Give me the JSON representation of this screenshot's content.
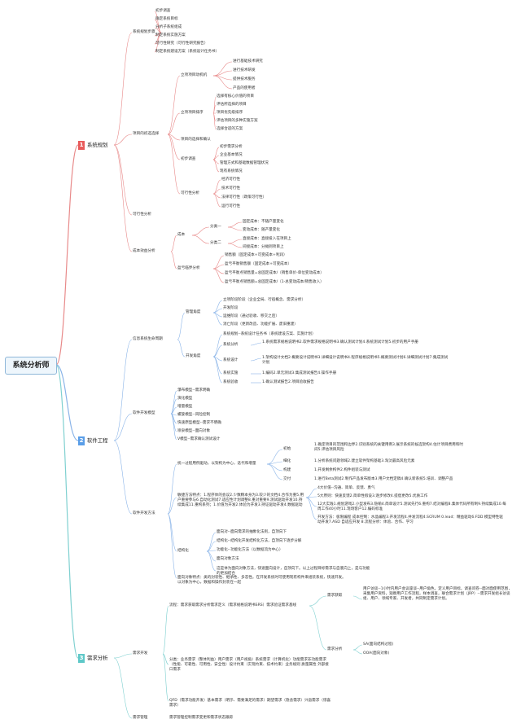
{
  "root": "系统分析师",
  "sections": [
    {
      "num": "1",
      "label": "系统规划"
    },
    {
      "num": "2",
      "label": "软件工程"
    },
    {
      "num": "3",
      "label": "需求分析"
    }
  ],
  "planning": {
    "plan_steps_label": "系统规划步骤",
    "plan_steps": [
      "初步调查",
      "确定系统目标",
      "分析子系统组成",
      "制定系统实施方案",
      "可行性研究（可行性研究报告）",
      "制定系统建设方案（系统设计任务书）"
    ],
    "project_selection_label": "项目的初选选择",
    "motivation_label": "立项项目动机机",
    "motivation": [
      "进行基础技术研究",
      "进行技术研发",
      "提供技术服务",
      "产品的使用者"
    ],
    "sorting_label": "立项项目排序",
    "sorting": [
      "选择有核心价值的项目",
      "评估所选择的项目",
      "项目优先级排序",
      "评估项目的多种实施方案",
      "选择合适的方案"
    ],
    "confirm_label": "项目的选择和确认",
    "prelim_label": "初步调查",
    "prelim": [
      "初步需求分析",
      "企业基本情况",
      "管理方式和基础数据管理状况",
      "现有系统情况"
    ],
    "feasibility_label": "可行性分析",
    "feasibility": [
      "经济可行性",
      "技术可行性",
      "法律可行性（政策可行性）",
      "运行可行性"
    ],
    "feas_analysis_label": "可行性分析",
    "cost_benefit_label": "成本效益分析",
    "cost_label": "成本",
    "cost_cat1_label": "分类一",
    "cost_cat1": [
      "固定成本：不随产量变化",
      "变动成本：随产量变化"
    ],
    "cost_cat2_label": "分类二",
    "cost_cat2": [
      "直接成本：直接投入在项目上",
      "间接成本：分摊到项目上"
    ],
    "breakeven_label": "盈亏临界分析",
    "breakeven": [
      "销售额（固定成本+可变成本+利润）",
      "盈亏平衡销售额（固定成本+可变成本）",
      "盈亏平衡点销售量=总固定成本/（销售单价-单位变动成本）",
      "盈亏平衡点销售额=总固定成本/（1-总变动成本/销售收入）"
    ]
  },
  "se": {
    "ims_label": "信息系统生命周期",
    "mgmt_label": "管理角度",
    "mgmt": [
      "立项阶段阶段（企业全局、行宿概念、需求分析）",
      "开发阶段",
      "运维阶段（通过验收、移交之后）",
      "消亡阶段（更新改造、功能扩展、废旧重建）"
    ],
    "dev_label": "开发角度",
    "dev_intro": "系统规划--系统设计任务书（系统建设方案、实施计划）",
    "dev_items": [
      {
        "k": "系统分析",
        "v": "1.系统需求规格说明书2.软件需求规格说明书3.确认测试计划4.系统测试计划5.初步的用户手册"
      },
      {
        "k": "系统设计",
        "v": "1.架构设计文档2.概要设计说明书3.详细设计说明书4.程序规格说明书5.概要测试计划6.详细测试计划7.集成测试计划"
      },
      {
        "k": "系统实施",
        "v": "1.编码2.单元测试3.集成测试报告4.操作手册"
      },
      {
        "k": "系统验收",
        "v": "1.确认测试报告2.项目验收报告"
      }
    ],
    "process_model_label": "软件开发模型",
    "process_models": [
      "瀑布模型--需求明确",
      "演化模型",
      "增量模型",
      "螺旋模型--风险控制",
      "快速原型模型--需求不明确",
      "喷泉模型--面向对象",
      "V模型--需求确认测试设计"
    ],
    "methods_label": "软件开发方法",
    "up_label": "统一过程",
    "up_intro": "统一过程用例驱动，以架构为中心，迭代和增量",
    "up_phases": [
      {
        "k": "初始",
        "v": "1.确定项目的范围和边界2.识别系统的关键用例3.展示系统的候选架构4.估计项目费用和时间5.评估项目风险"
      },
      {
        "k": "细化",
        "v": "1.分析系统问题领域2.建立软件架构基础3.淘汰最高风险元素"
      },
      {
        "k": "构建",
        "v": "1.开发剩余构件2.构件组装与测试"
      },
      {
        "k": "交付",
        "v": "1.进行Beta测试2.制作产品发布版本3.用户文档定稿4.确认新系统5.培训、调整产品"
      }
    ],
    "agile_label": "敏捷方法",
    "agile_intro": "敏捷方法特点：1.程序体的会议2.少数精本身为3.较少的文档4.合作为重5.用户重要参与6.自动化测试7.适应性计划调整8.重对重要9.测试驱动开发10.持续集成11.重构系列；1.价值为开发2.体验为开发3.持证驱动开发4.数据驱动",
    "agile_items": [
      "4大价值--沟通、简单、反馈、勇气",
      "5大原则：快速反馈2.简单性假设3.逐步修改4.提倡更改5.优质工作",
      "12大实践1.规划游戏2.小型发布3.隐喻4.简单设计5.测试先行6.重构7.结对编程8.集体代码所有制9.持续集成10.每周工作40小时11.现场客户12.编码标准",
      "开发方法：极限编程 成本控制：水晶编程3.开发流程4.并发流程4.SCRUM 0.lead：精益驱动6.FDD 模型特性驱动开发7.ASD 自适应开发 8.流程分析：体验、合作、学习"
    ],
    "structured_label": "结构化",
    "structured": [
      "面向对--面向需求的抽象化法则，自顶向下",
      "结构化--结构化开发结构化方法，自顶向下逐步分解",
      "功能化--功能化方法（以数据流为中心）",
      "面向对象方法"
    ],
    "oo_note": "这是体为面向对象方法，快速面向设计，自顶向下。以上过程目标需求与自底向上，是与功能的更加结合",
    "reuse_note": "面向对象特点：类的封装性、继承性、多态性。在开发系统时可使用现有构件来组装系统，快速开发。以对象为中心，数据和操作封装在一起"
  },
  "req": {
    "req_dev_label": "需求开发",
    "process_note": "流程：需求获取需求分析需求定义（需求规格说明书SRS）需求验证需求基线",
    "elicit_label": "需求获取",
    "elicit_note": "用户访谈--1小时内用户会议座谈--用户角色，定义用户目标，调查问卷--面对面使用范围，采集用户资料，观察用户工作流程，样本调查，联合需求计划（JRP）--需求开发组长访谈组、用户、领域专家、开发者，共同制定需求计划。",
    "analysis_label": "需求分析",
    "analysis_items": [
      "SA(面向结构过程)",
      "OOA(面向对象)"
    ],
    "class_note": "分类：业务需求（整体利益）用户需求（用户视角）系统需求（计算机化）功能需求非功能需求（性能、可靠性、可用性、安全性）设计约束（实现约束、技术约束）业务规则 质量属性 外部接口需求",
    "qfd_note": "QFD（需求功能开发）基本需求（明示、需要满足的需求）期望需求（隐含需求）兴奋需求（惊喜需求）",
    "mgmt_label": "需求管理",
    "mgmt_note": "需求管理控制需求变更和需求状态跟踪"
  }
}
